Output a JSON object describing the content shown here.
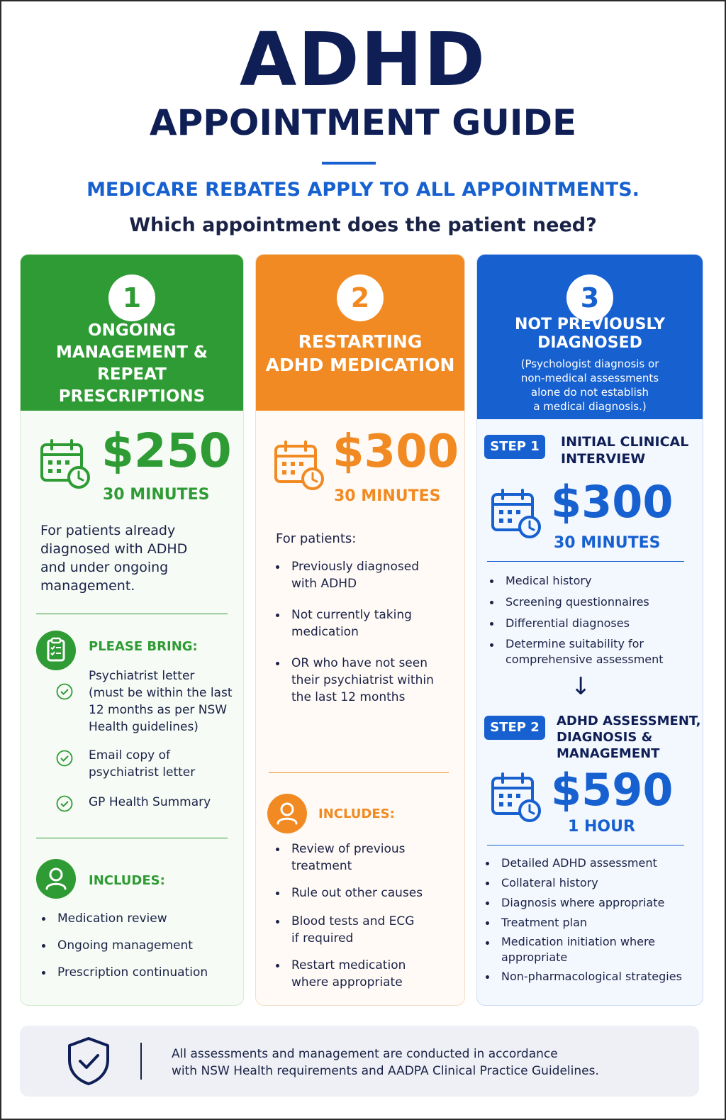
{
  "header": {
    "title": "ADHD",
    "subtitle": "APPOINTMENT GUIDE",
    "medicare": "MEDICARE REBATES APPLY TO ALL APPOINTMENTS.",
    "question": "Which appointment does the patient need?"
  },
  "col1": {
    "number": "1",
    "title": "ONGOING\nMANAGEMENT &\nREPEAT PRESCRIPTIONS",
    "price": "$250",
    "duration": "30 MINUTES",
    "description": "For patients already\ndiagnosed with ADHD\nand under ongoing\nmanagement.",
    "bring_label": "PLEASE BRING:",
    "bring_items": [
      "Psychiatrist letter\n(must be within the last\n12 months as per NSW\nHealth guidelines)",
      "Email copy of\npsychiatrist letter",
      "GP Health Summary"
    ],
    "includes_label": "INCLUDES:",
    "includes": [
      "Medication review",
      "Ongoing management",
      "Prescription continuation"
    ]
  },
  "col2": {
    "number": "2",
    "title": "RESTARTING\nADHD MEDICATION",
    "price": "$300",
    "duration": "30 MINUTES",
    "for_label": "For patients:",
    "for_items": [
      "Previously diagnosed\nwith ADHD",
      "Not currently taking\nmedication",
      "OR who have not seen\ntheir psychiatrist within\nthe last 12 months"
    ],
    "includes_label": "INCLUDES:",
    "includes": [
      "Review of previous\ntreatment",
      "Rule out other causes",
      "Blood tests and ECG\nif required",
      "Restart medication\nwhere appropriate"
    ]
  },
  "col3": {
    "number": "3",
    "title": "NOT PREVIOUSLY\nDIAGNOSED",
    "note": "(Psychologist diagnosis or\nnon-medical assessments\nalone do not establish\na medical diagnosis.)",
    "step1_badge": "STEP 1",
    "step1_title": "INITIAL CLINICAL\nINTERVIEW",
    "step1_price": "$300",
    "step1_duration": "30 MINUTES",
    "step1_items": [
      "Medical history",
      "Screening questionnaires",
      "Differential diagnoses",
      "Determine suitability for\ncomprehensive assessment"
    ],
    "arrow": "↓",
    "step2_badge": "STEP 2",
    "step2_title": "ADHD ASSESSMENT,\nDIAGNOSIS &\nMANAGEMENT",
    "step2_price": "$590",
    "step2_duration": "1 HOUR",
    "step2_items": [
      "Detailed ADHD assessment",
      "Collateral history",
      "Diagnosis where appropriate",
      "Treatment plan",
      "Medication initiation where\nappropriate",
      "Non-pharmacological strategies"
    ]
  },
  "footer": {
    "text": "All assessments and management are conducted in accordance\nwith NSW Health requirements and AADPA Clinical Practice Guidelines."
  },
  "colors": {
    "green": "#2f9b34",
    "orange": "#f18a22",
    "blue": "#1660d0",
    "navy": "#0f1f56"
  }
}
